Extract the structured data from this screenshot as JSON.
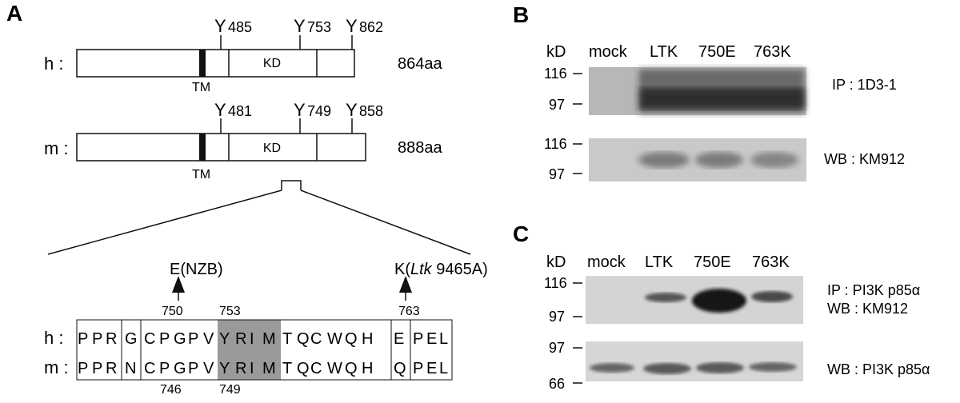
{
  "panels": {
    "a": "A",
    "b": "B",
    "c": "C"
  },
  "panel_a": {
    "human": {
      "label": "h :",
      "length": "864aa",
      "tm": "TM",
      "kd": "KD",
      "tyrosines": [
        {
          "y": "Y",
          "num": "485"
        },
        {
          "y": "Y",
          "num": "753"
        },
        {
          "y": "Y",
          "num": "862"
        }
      ]
    },
    "mouse": {
      "label": "m :",
      "length": "888aa",
      "tm": "TM",
      "kd": "KD",
      "tyrosines": [
        {
          "y": "Y",
          "num": "481"
        },
        {
          "y": "Y",
          "num": "749"
        },
        {
          "y": "Y",
          "num": "858"
        }
      ]
    },
    "mutation_e": "E(NZB)",
    "mutation_k_prefix": "K(",
    "mutation_k_italic": "Ltk",
    "mutation_k_suffix": " 9465A)",
    "num_750": "750",
    "num_753": "753",
    "num_763": "763",
    "num_746": "746",
    "num_749": "749",
    "seq_h_label": "h :",
    "seq_m_label": "m :",
    "seq_h": [
      "P",
      "P",
      "R",
      "G",
      "C",
      "P",
      "G",
      "P",
      "V",
      "Y",
      "R",
      "I",
      "M",
      "T",
      "Q",
      "C",
      "W",
      "Q",
      "H",
      "E",
      "P",
      "E",
      "L"
    ],
    "seq_m": [
      "P",
      "P",
      "R",
      "N",
      "C",
      "P",
      "G",
      "P",
      "V",
      "Y",
      "R",
      "I",
      "M",
      "T",
      "Q",
      "C",
      "W",
      "Q",
      "H",
      "Q",
      "P",
      "E",
      "L"
    ]
  },
  "panel_b": {
    "kd": "kD",
    "lanes": [
      "mock",
      "LTK",
      "750E",
      "763K"
    ],
    "blot1": {
      "markers": [
        "116",
        "97"
      ],
      "label": "IP : 1D3-1"
    },
    "blot2": {
      "markers": [
        "116",
        "97"
      ],
      "label": "WB : KM912"
    }
  },
  "panel_c": {
    "kd": "kD",
    "lanes": [
      "mock",
      "LTK",
      "750E",
      "763K"
    ],
    "blot1": {
      "markers": [
        "116",
        "97"
      ],
      "label1": "IP : PI3K p85α",
      "label2": "WB : KM912"
    },
    "blot2": {
      "markers": [
        "97",
        "66"
      ],
      "label": "WB : PI3K p85α"
    }
  },
  "colors": {
    "highlight": "#9a9a9a",
    "line": "#111111"
  }
}
